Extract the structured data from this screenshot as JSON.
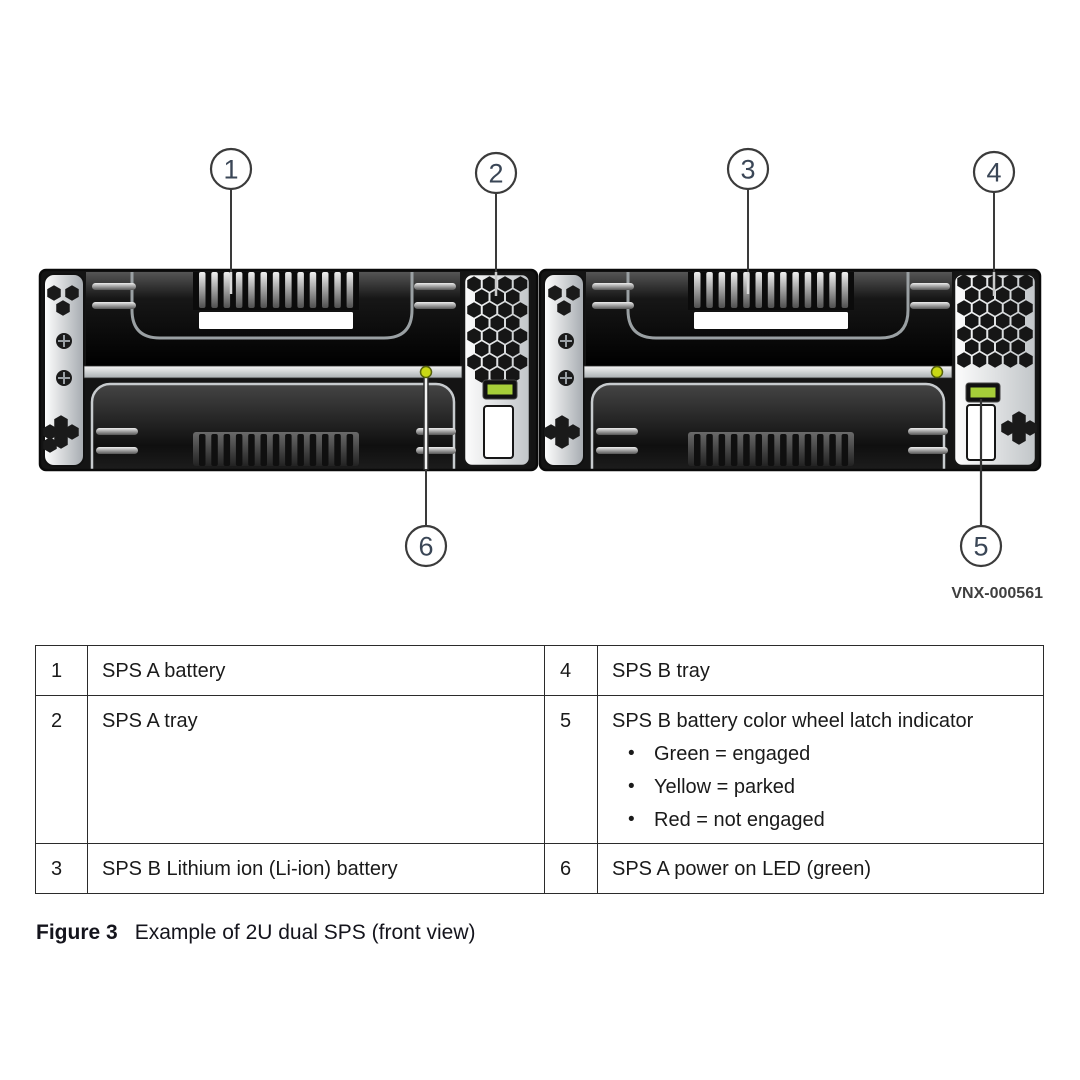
{
  "figure": {
    "caption_label": "Figure 3",
    "caption_text": "Example of 2U dual SPS (front view)",
    "part_number": "VNX-000561"
  },
  "callouts": [
    "1",
    "2",
    "3",
    "4",
    "5",
    "6"
  ],
  "legend": {
    "rows": [
      {
        "num": "1",
        "text": "SPS A battery"
      },
      {
        "num": "2",
        "text": "SPS A tray"
      },
      {
        "num": "3",
        "text": "SPS B Lithium ion (Li-ion) battery"
      },
      {
        "num": "4",
        "text": "SPS B tray"
      },
      {
        "num": "5",
        "text": "SPS B battery color wheel latch indicator",
        "bullets": [
          "Green = engaged",
          "Yellow = parked",
          "Red = not engaged"
        ]
      },
      {
        "num": "6",
        "text": "SPS A power on LED (green)"
      }
    ]
  },
  "colors": {
    "latch_green": "#a6ce39",
    "led_yellow": "#c9d815",
    "callout_ink": "#3a4656",
    "table_border": "#2b2b2b"
  }
}
